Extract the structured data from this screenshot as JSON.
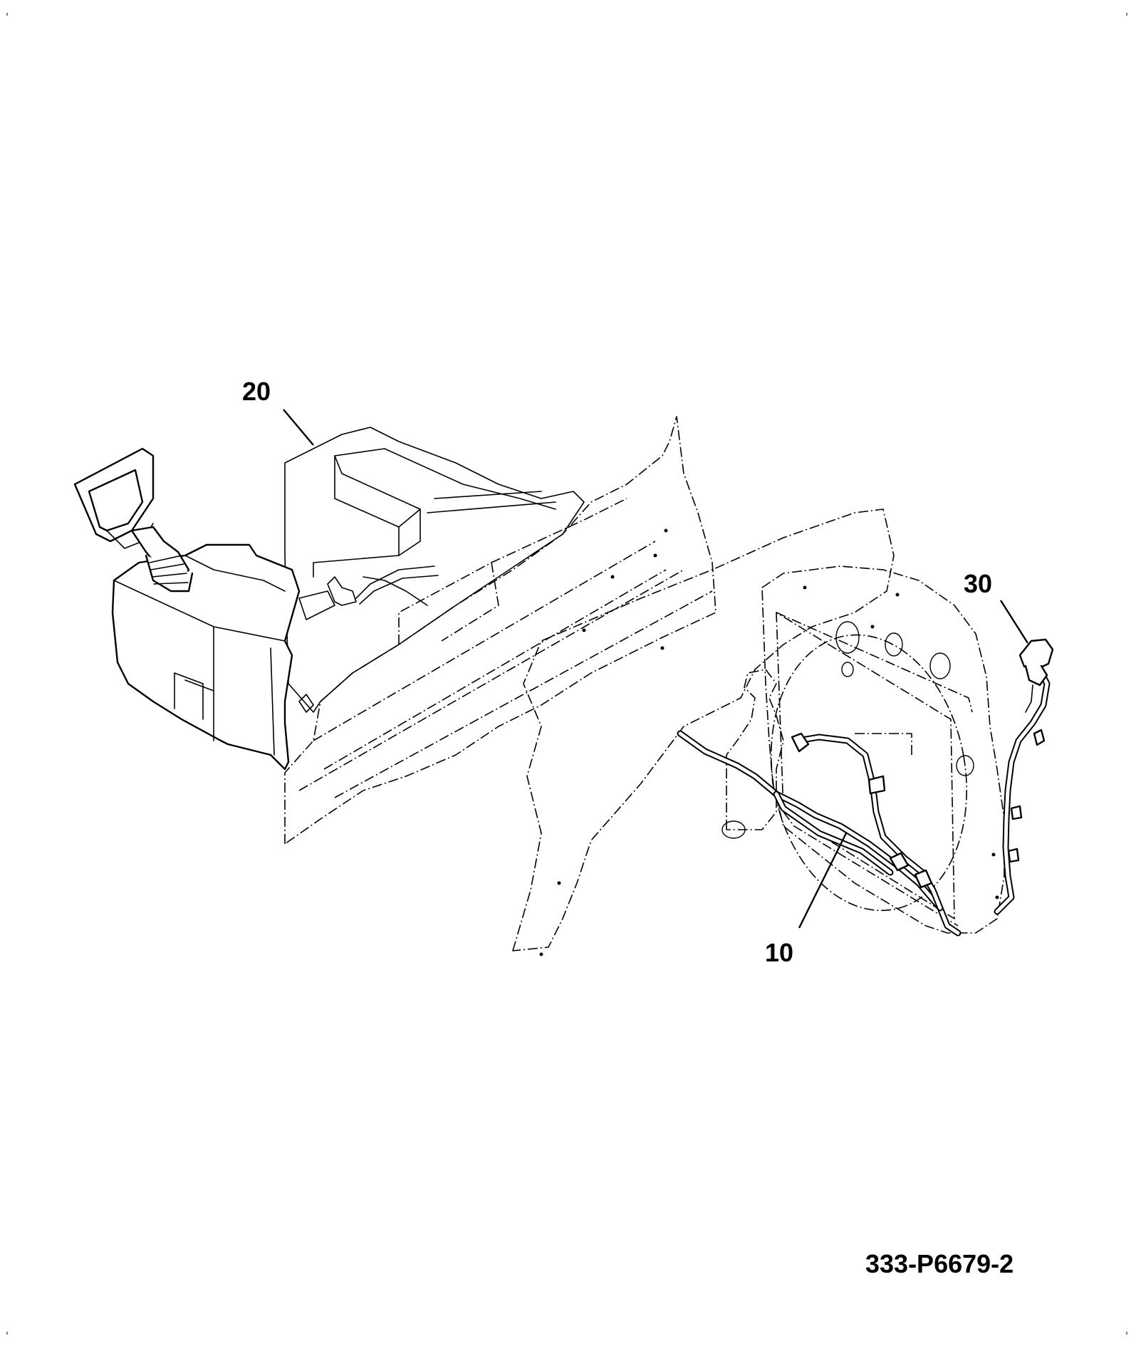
{
  "callouts": [
    {
      "id": "callout-20",
      "label": "20",
      "part": "tank"
    },
    {
      "id": "callout-30",
      "label": "30",
      "part": "filler-cap"
    },
    {
      "id": "callout-10",
      "label": "10",
      "part": "hose"
    }
  ],
  "drawing_number": "333-P6679-2",
  "colors": {
    "line": "#000000",
    "background": "#ffffff"
  }
}
